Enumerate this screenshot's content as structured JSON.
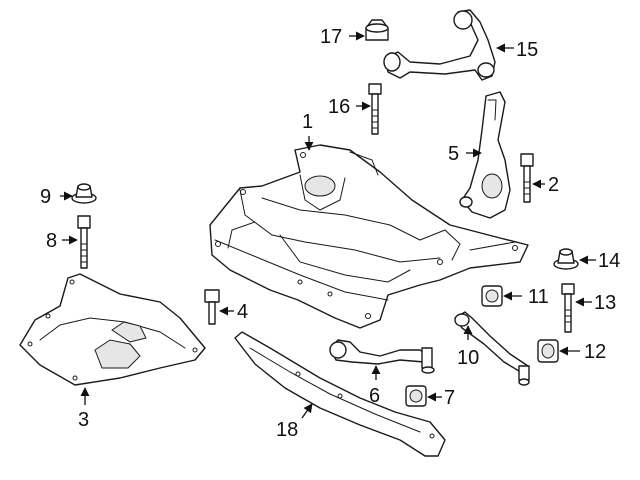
{
  "callouts": {
    "c1": "1",
    "c2": "2",
    "c3": "3",
    "c4": "4",
    "c5": "5",
    "c6": "6",
    "c7": "7",
    "c8": "8",
    "c9": "9",
    "c10": "10",
    "c11": "11",
    "c12": "12",
    "c13": "13",
    "c14": "14",
    "c15": "15",
    "c16": "16",
    "c17": "17",
    "c18": "18"
  },
  "parts": [
    {
      "callout": "1",
      "name": "front-subframe"
    },
    {
      "callout": "2",
      "name": "knuckle-bolt"
    },
    {
      "callout": "3",
      "name": "splash-shield"
    },
    {
      "callout": "4",
      "name": "subframe-bolt"
    },
    {
      "callout": "5",
      "name": "steering-knuckle"
    },
    {
      "callout": "6",
      "name": "lower-control-arm"
    },
    {
      "callout": "7",
      "name": "arm-bushing"
    },
    {
      "callout": "8",
      "name": "long-bolt"
    },
    {
      "callout": "9",
      "name": "flange-nut"
    },
    {
      "callout": "10",
      "name": "rear-control-arm"
    },
    {
      "callout": "11",
      "name": "bushing"
    },
    {
      "callout": "12",
      "name": "bushing"
    },
    {
      "callout": "13",
      "name": "arm-bolt"
    },
    {
      "callout": "14",
      "name": "flange-nut"
    },
    {
      "callout": "15",
      "name": "upper-control-arm"
    },
    {
      "callout": "16",
      "name": "upper-arm-bolt"
    },
    {
      "callout": "17",
      "name": "upper-arm-nut"
    },
    {
      "callout": "18",
      "name": "reinforcement-bar"
    }
  ]
}
